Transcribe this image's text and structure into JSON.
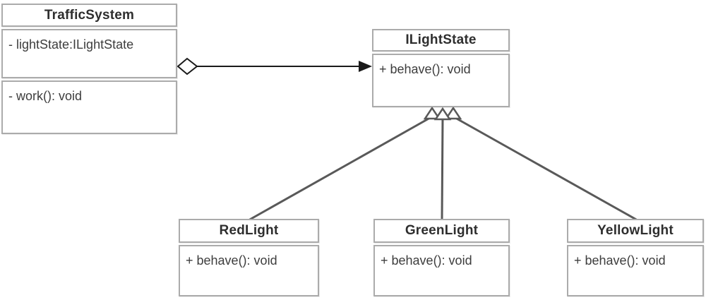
{
  "diagram": {
    "type": "uml-class-diagram",
    "classes": {
      "trafficSystem": {
        "name": "TrafficSystem",
        "attributes": [
          "- lightState:ILightState"
        ],
        "methods": [
          "- work(): void"
        ]
      },
      "iLightState": {
        "name": "ILightState",
        "attributes": [],
        "methods": [
          "+ behave(): void"
        ]
      },
      "redLight": {
        "name": "RedLight",
        "attributes": [],
        "methods": [
          "+ behave(): void"
        ]
      },
      "greenLight": {
        "name": "GreenLight",
        "attributes": [],
        "methods": [
          "+ behave(): void"
        ]
      },
      "yellowLight": {
        "name": "YellowLight",
        "attributes": [],
        "methods": [
          "+ behave(): void"
        ]
      }
    },
    "relations": [
      {
        "type": "aggregation",
        "from": "TrafficSystem",
        "to": "ILightState"
      },
      {
        "type": "realization",
        "from": "RedLight",
        "to": "ILightState"
      },
      {
        "type": "realization",
        "from": "GreenLight",
        "to": "ILightState"
      },
      {
        "type": "realization",
        "from": "YellowLight",
        "to": "ILightState"
      }
    ],
    "colors": {
      "pageBackground": "#ffffff",
      "boxFill": "#ffffff",
      "boxBorder": "#ababab",
      "titleText": "#2e2e2e",
      "memberText": "#3d3d3d",
      "aggregationStroke": "#1a1a1a",
      "realizationStroke": "#595959"
    }
  }
}
